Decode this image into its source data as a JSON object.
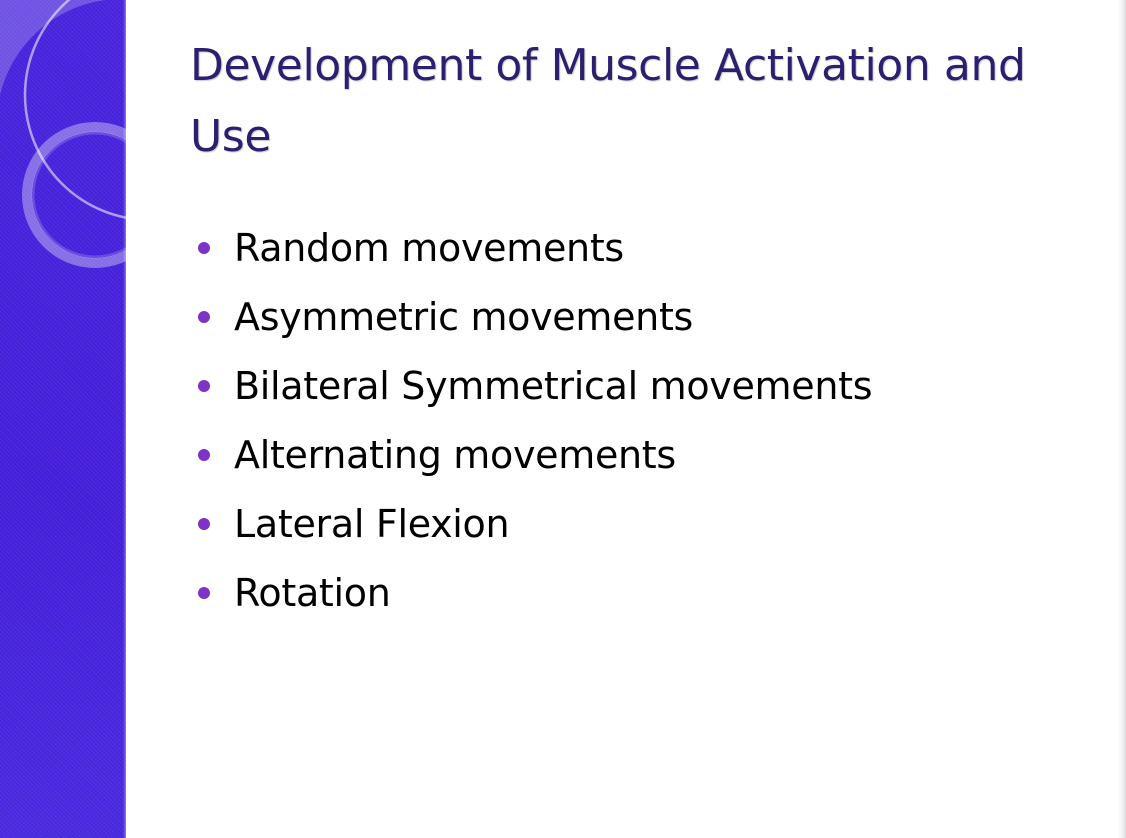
{
  "slide": {
    "title": "Development of Muscle Activation and Use",
    "bullets": [
      "Random movements",
      "Asymmetric movements",
      "Bilateral Symmetrical movements",
      "Alternating movements",
      "Lateral Flexion",
      "Rotation"
    ]
  },
  "colors": {
    "side_band": "#4a25e0",
    "title": "#2c1f6f",
    "bullet_dot": "#7d34c6",
    "body_text": "#000000",
    "background": "#ffffff"
  }
}
